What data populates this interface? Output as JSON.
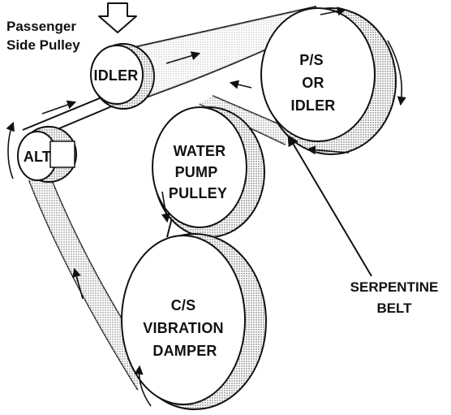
{
  "callout": {
    "line1": "Passenger",
    "line2": "Side Pulley"
  },
  "pulleys": {
    "idler_top": {
      "line1": "IDLER"
    },
    "ps_idler": {
      "line1": "P/S",
      "line2": "OR",
      "line3": "IDLER"
    },
    "water_pump": {
      "line1": "WATER",
      "line2": "PUMP",
      "line3": "PULLEY"
    },
    "alt": {
      "line1": "ALT"
    },
    "cs_damper": {
      "line1": "C/S",
      "line2": "VIBRATION",
      "line3": "DAMPER"
    }
  },
  "belt_label": {
    "line1": "SERPENTINE",
    "line2": "BELT"
  },
  "colors": {
    "ink": "#111111",
    "paper": "#ffffff",
    "shade": "#8a8a8a"
  }
}
